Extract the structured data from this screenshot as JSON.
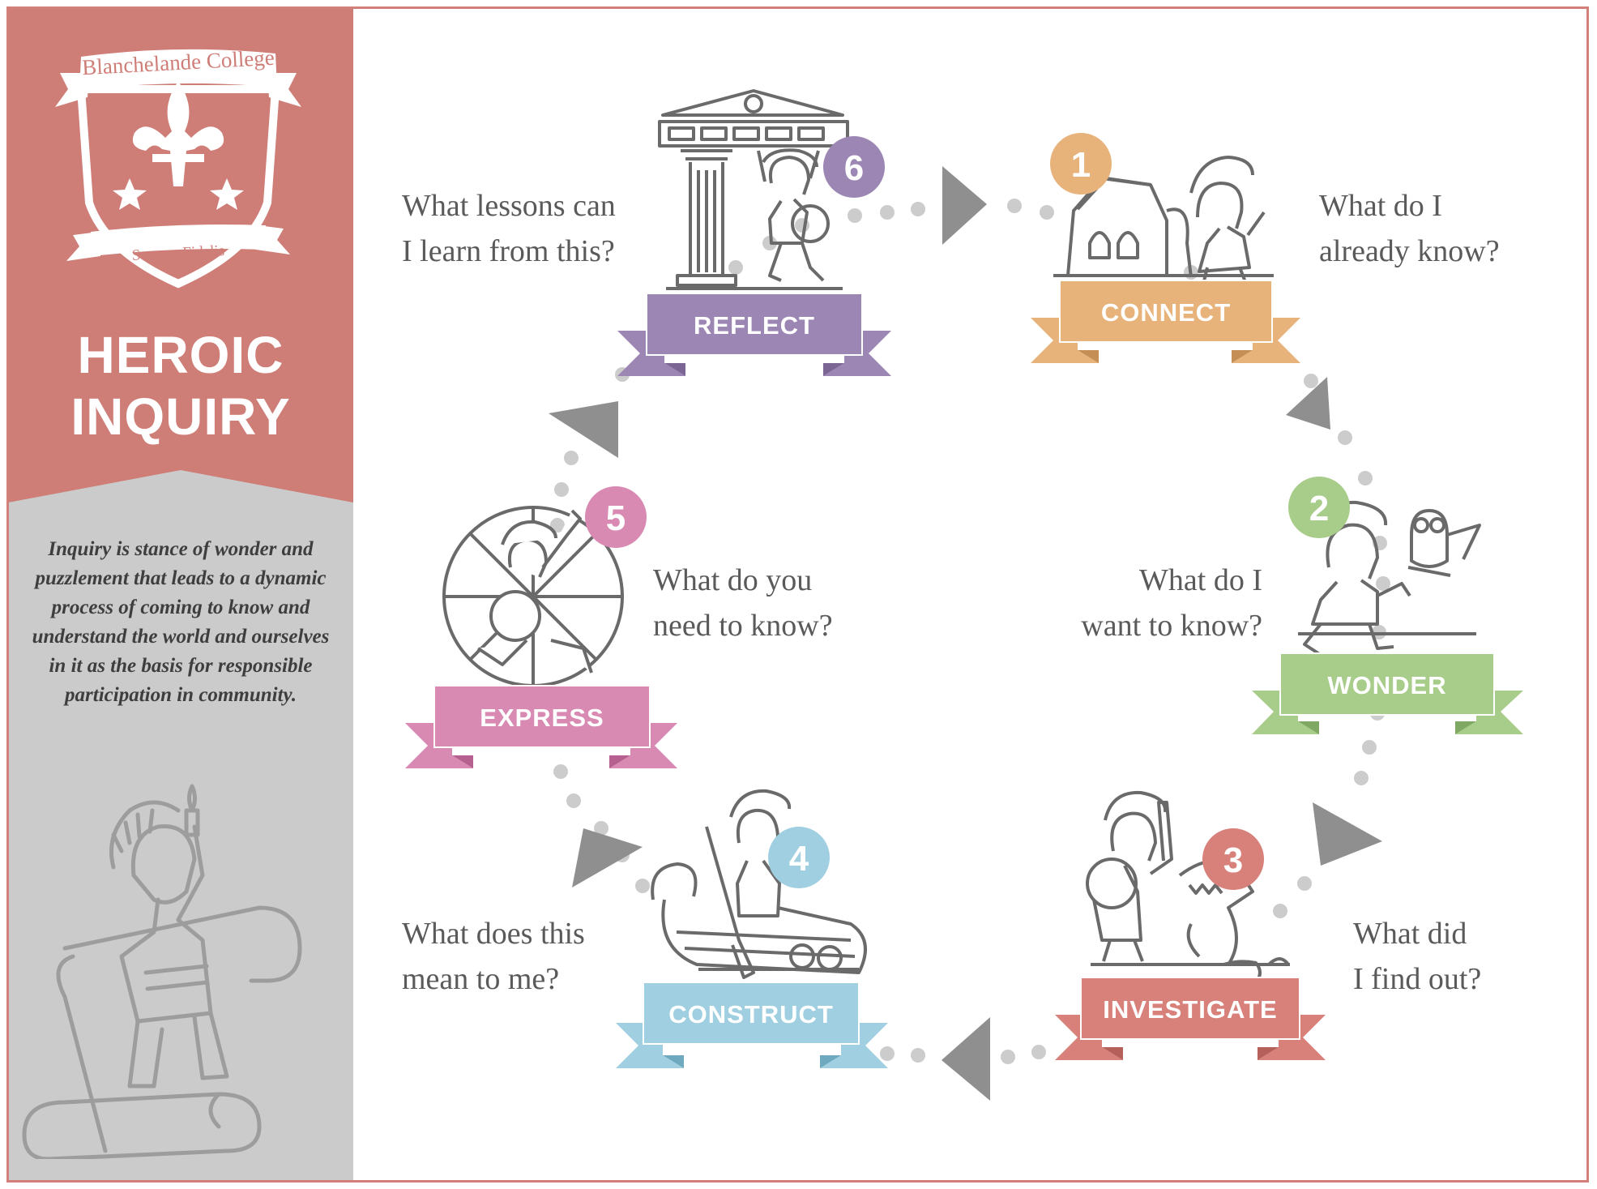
{
  "school": {
    "name": "Blanchelande College",
    "motto": "Semper Fidelis"
  },
  "title": {
    "line1": "HEROIC",
    "line2": "INQUIRY"
  },
  "intro": "Inquiry is stance of wonder and puzzlement that leads to a dynamic process of coming to know and understand the world and ourselves in it as the basis for responsible participation in community.",
  "colors": {
    "sidebar_red": "#cf7d77",
    "sidebar_grey": "#cbcbcb",
    "connect": "#e7b37a",
    "wonder": "#a8cc8a",
    "investigate": "#d8807a",
    "construct": "#9fcfe0",
    "express": "#d98ab3",
    "reflect": "#9c86b4",
    "arrow": "#8f8f8f",
    "dots": "#cccccc"
  },
  "steps": [
    {
      "number": "1",
      "label": "CONNECT",
      "question": [
        "What do I",
        "already know?"
      ],
      "icon": "house-and-spartan-icon"
    },
    {
      "number": "2",
      "label": "WONDER",
      "question": [
        "What do I",
        "want to know?"
      ],
      "icon": "spartan-with-owl-icon"
    },
    {
      "number": "3",
      "label": "INVESTIGATE",
      "question": [
        "What did",
        "I find out?"
      ],
      "icon": "spartan-and-serpent-icon"
    },
    {
      "number": "4",
      "label": "CONSTRUCT",
      "question": [
        "What does this",
        "mean to me?"
      ],
      "icon": "spartan-in-boat-icon"
    },
    {
      "number": "5",
      "label": "EXPRESS",
      "question": [
        "What do you",
        "need to know?"
      ],
      "icon": "spartan-in-wheel-icon"
    },
    {
      "number": "6",
      "label": "REFLECT",
      "question": [
        "What lessons can",
        "I learn from this?"
      ],
      "icon": "spartan-holding-temple-icon"
    }
  ]
}
